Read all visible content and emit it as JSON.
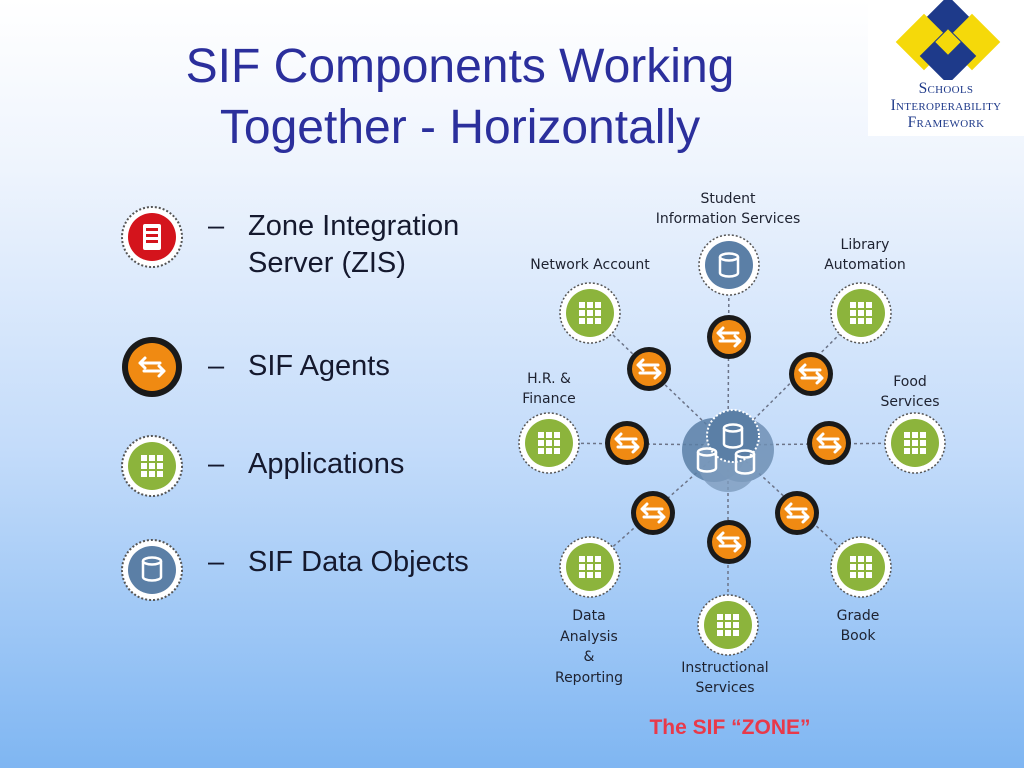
{
  "slide": {
    "title": "SIF Components Working Together - Horizontally",
    "zone_caption": "The SIF “ZONE”"
  },
  "logo": {
    "lines": [
      "Schools",
      "Interoperability",
      "Framework"
    ],
    "colors": {
      "blue": "#1e3a8a",
      "yellow": "#f5d90a"
    }
  },
  "legend": [
    {
      "label": "Zone Integration\nServer (ZIS)",
      "icon": "server-icon",
      "color": "#d4141c"
    },
    {
      "label": "SIF Agents",
      "icon": "agent-arrows-icon",
      "color": "#f08a12"
    },
    {
      "label": "Applications",
      "icon": "application-grid-icon",
      "color": "#8cb43c"
    },
    {
      "label": "SIF Data Objects",
      "icon": "data-object-icon",
      "color": "#5b7fa6"
    }
  ],
  "diagram": {
    "hub_icon": "zis-hub-icon",
    "nodes": [
      {
        "label": [
          "Student",
          "Information Services"
        ],
        "type": "data-object"
      },
      {
        "label": [
          "Library",
          "Automation"
        ],
        "type": "application"
      },
      {
        "label": [
          "Food",
          "Services"
        ],
        "type": "application"
      },
      {
        "label": [
          "Grade",
          "Book"
        ],
        "type": "application"
      },
      {
        "label": [
          "Instructional",
          "Services"
        ],
        "type": "application"
      },
      {
        "label": [
          "Data",
          "Analysis",
          "&",
          "Reporting"
        ],
        "type": "application"
      },
      {
        "label": [
          "H.R. &",
          "Finance"
        ],
        "type": "application"
      },
      {
        "label": [
          "Network Account"
        ],
        "type": "application"
      }
    ]
  },
  "colors": {
    "title": "#2b2f9c",
    "zis": "#d4141c",
    "agent": "#f08a12",
    "application": "#8cb43c",
    "data_object": "#5b7fa6",
    "caption": "#e8394a"
  }
}
